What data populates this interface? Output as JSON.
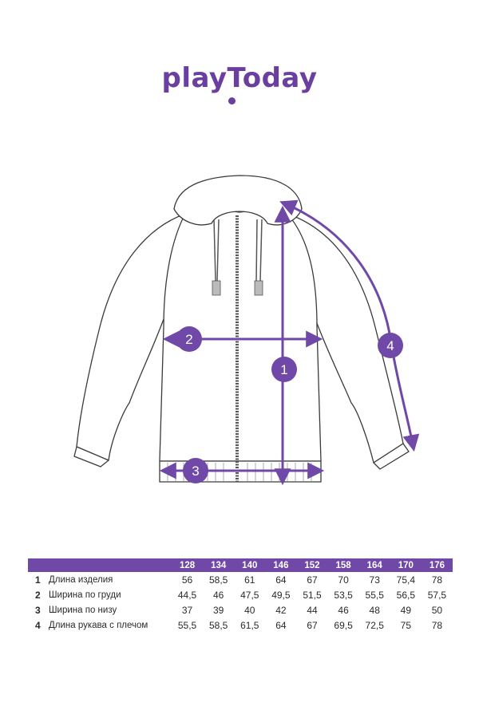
{
  "brand": {
    "name": "playToday",
    "color": "#6a3fa0"
  },
  "diagram": {
    "markers": [
      {
        "id": "1",
        "measure": "length"
      },
      {
        "id": "2",
        "measure": "chest-width"
      },
      {
        "id": "3",
        "measure": "bottom-width"
      },
      {
        "id": "4",
        "measure": "sleeve-length"
      }
    ],
    "marker_color": "#6f48a8"
  },
  "size_table": {
    "sizes": [
      "128",
      "134",
      "140",
      "146",
      "152",
      "158",
      "164",
      "170",
      "176"
    ],
    "rows": [
      {
        "num": "1",
        "label": "Длина изделия",
        "values": [
          "56",
          "58,5",
          "61",
          "64",
          "67",
          "70",
          "73",
          "75,4",
          "78"
        ]
      },
      {
        "num": "2",
        "label": "Ширина по груди",
        "values": [
          "44,5",
          "46",
          "47,5",
          "49,5",
          "51,5",
          "53,5",
          "55,5",
          "56,5",
          "57,5"
        ]
      },
      {
        "num": "3",
        "label": "Ширина по низу",
        "values": [
          "37",
          "39",
          "40",
          "42",
          "44",
          "46",
          "48",
          "49",
          "50"
        ]
      },
      {
        "num": "4",
        "label": "Длина рукава с плечом",
        "values": [
          "55,5",
          "58,5",
          "61,5",
          "64",
          "67",
          "69,5",
          "72,5",
          "75",
          "78"
        ]
      }
    ]
  }
}
